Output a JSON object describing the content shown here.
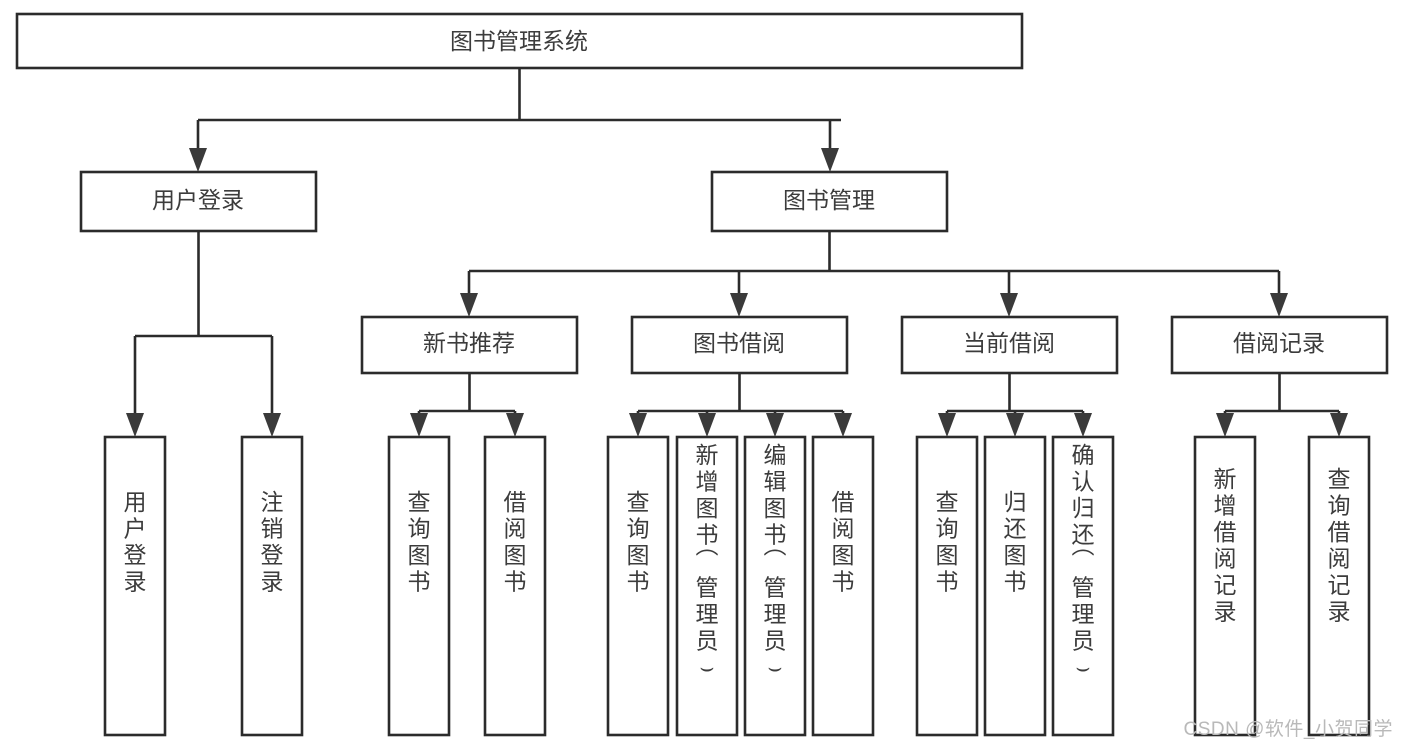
{
  "diagram": {
    "type": "tree",
    "title": "图书管理系统",
    "orientation": "top-down",
    "colors": {
      "box_stroke": "#2b2b2b",
      "box_fill": "#ffffff",
      "text": "#3c3c3c",
      "background": "#ffffff",
      "watermark": "#b9b9b9"
    },
    "root": {
      "label": "图书管理系统",
      "level": 1
    },
    "level2": [
      {
        "label": "用户登录"
      },
      {
        "label": "图书管理"
      }
    ],
    "level3": [
      {
        "label": "新书推荐"
      },
      {
        "label": "图书借阅"
      },
      {
        "label": "当前借阅"
      },
      {
        "label": "借阅记录"
      }
    ],
    "leaves": {
      "user_login": [
        {
          "label": "用户登录"
        },
        {
          "label": "注销登录"
        }
      ],
      "new_book_recommend": [
        {
          "label": "查询图书"
        },
        {
          "label": "借阅图书"
        }
      ],
      "book_borrow": [
        {
          "label": "查询图书"
        },
        {
          "label": "新增图书（管理员）"
        },
        {
          "label": "编辑图书（管理员）"
        },
        {
          "label": "借阅图书"
        }
      ],
      "current_borrow": [
        {
          "label": "查询图书"
        },
        {
          "label": "归还图书"
        },
        {
          "label": "确认归还（管理员）"
        }
      ],
      "borrow_record": [
        {
          "label": "新增借阅记录"
        },
        {
          "label": "查询借阅记录"
        }
      ]
    }
  },
  "watermark": {
    "text": "CSDN @软件_小贺同学"
  }
}
